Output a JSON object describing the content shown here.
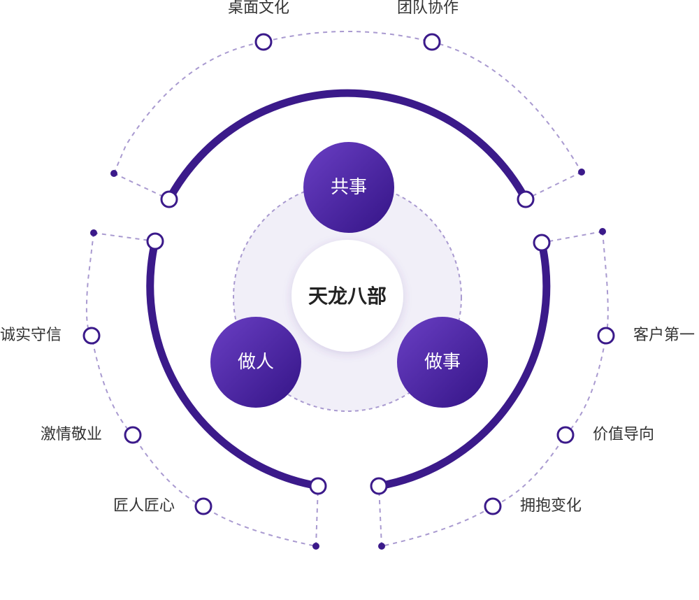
{
  "center": {
    "label": "天龙八部"
  },
  "pillars": [
    {
      "id": "gongshi",
      "label": "共事"
    },
    {
      "id": "zuoren",
      "label": "做人"
    },
    {
      "id": "zuoshi",
      "label": "做事"
    }
  ],
  "values": {
    "top": [
      "桌面文化",
      "团队协作"
    ],
    "left": [
      "诚实守信",
      "激情敬业",
      "匠人匠心"
    ],
    "right": [
      "客户第一",
      "价值导向",
      "拥抱变化"
    ]
  },
  "colors": {
    "primary": "#3b1a8a",
    "gradient_light": "#6a3fc4",
    "gradient_dark": "#341486",
    "dashed": "#a99ad0",
    "halo": "#f1eff8",
    "text": "#333333"
  }
}
